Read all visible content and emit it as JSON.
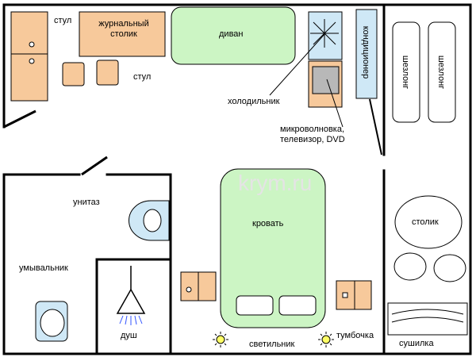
{
  "labels": {
    "chair_top": "стул",
    "coffee_table": "журнальный столик",
    "sofa": "диван",
    "chair_mid": "стул",
    "air_conditioner": "кондиционер",
    "fridge": "холодильник",
    "microwave_tv": "микроволновка, телевизор, DVD",
    "deckchair_1": "шезлонг",
    "deckchair_2": "шезлонг",
    "toilet": "унитаз",
    "bed": "кровать",
    "side_table": "столик",
    "washbasin": "умывальник",
    "shower": "душ",
    "lamp": "светильник",
    "nightstand": "тумбочка",
    "dryer": "сушилка"
  },
  "watermark": "krym.ru",
  "colors": {
    "wood": "#f7c99b",
    "green": "#ccf5c4",
    "blue": "#cfe8f6",
    "grey": "#b8b8b8",
    "wall": "#000000"
  }
}
